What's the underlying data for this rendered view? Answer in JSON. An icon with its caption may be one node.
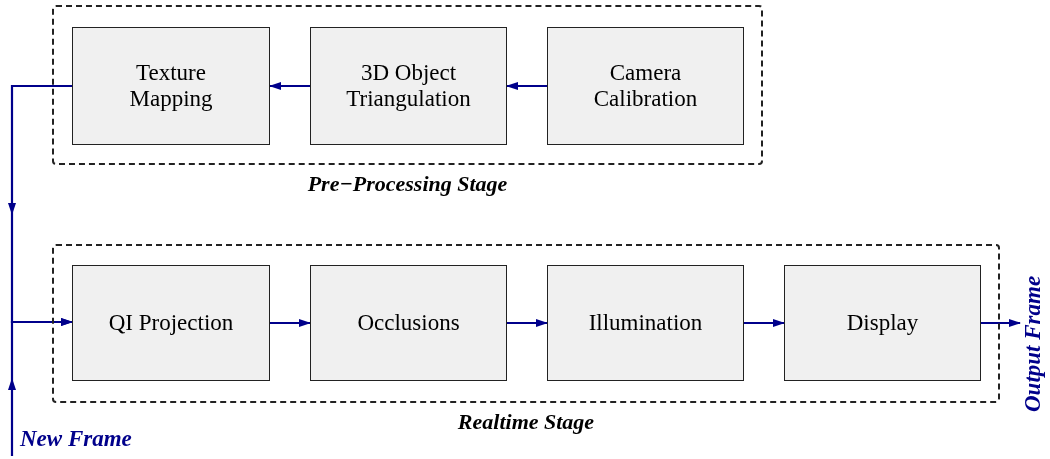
{
  "diagram": {
    "nodes": [
      {
        "text": [
          "Pre−Processing Stage"
        ]
      },
      {
        "text": [
          "Texture Mapping"
        ],
        "in": 0
      },
      {
        "text": [
          "3D Object Triangulation"
        ],
        "in": 0
      },
      {
        "text": [
          "Camera Calibration"
        ],
        "in": 0
      },
      {
        "text": [
          "Realtime Stage"
        ]
      },
      {
        "text": [
          "QI Projection"
        ],
        "in": 4
      },
      {
        "text": [
          "Occlusions"
        ],
        "in": 4
      },
      {
        "text": [
          "Illumination"
        ],
        "in": 4
      },
      {
        "text": [
          "Display"
        ],
        "in": 4
      },
      {
        "text": [
          "New Frame"
        ]
      },
      {
        "text": [
          "Output Frame"
        ]
      }
    ],
    "edges": [
      {
        "from": 3,
        "to": 2,
        "arrow": "to"
      },
      {
        "from": 2,
        "to": 1,
        "arrow": "to"
      },
      {
        "from": 1,
        "to": 5,
        "arrow": "to"
      },
      {
        "from": 9,
        "to": 5,
        "arrow": "to"
      },
      {
        "from": 5,
        "to": 6,
        "arrow": "to"
      },
      {
        "from": 6,
        "to": 7,
        "arrow": "to"
      },
      {
        "from": 7,
        "to": 8,
        "arrow": "to"
      },
      {
        "from": 8,
        "to": 10,
        "arrow": "to"
      }
    ]
  }
}
